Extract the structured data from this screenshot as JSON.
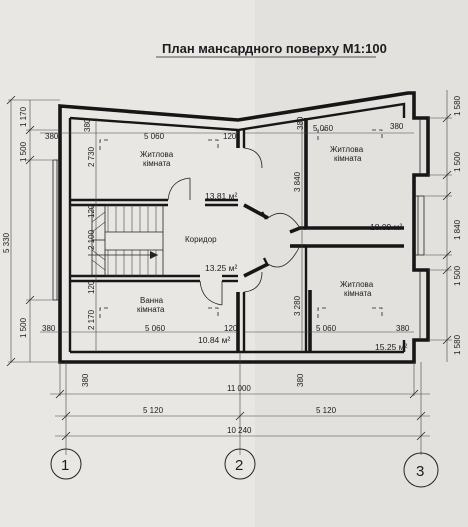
{
  "title": "План мансардного поверху  М1:100",
  "rooms": {
    "living_top_left": {
      "name_1": "Житлова",
      "name_2": "кімната",
      "area": "13.81 м²"
    },
    "living_top_right": {
      "name_1": "Житлова",
      "name_2": "кімната",
      "area": "18.09 м²"
    },
    "corridor": {
      "name": "Коридор",
      "area": "13.25 м²"
    },
    "bath": {
      "name_1": "Ванна",
      "name_2": "кімната",
      "area": "10.84 м²"
    },
    "living_bottom_right": {
      "name_1": "Житлова",
      "name_2": "кімната",
      "area": "15.25 м²"
    }
  },
  "dimensions": {
    "top_wall_left": "380",
    "top_wall_mid_left": "380",
    "top_room_left": "5 060",
    "top_partition": "120",
    "top_wall_mid_right": "380",
    "top_room_right": "5 060",
    "top_wall_right": "380",
    "bottom_wall_left": "380",
    "bottom_room_left": "5 060",
    "bottom_partition": "120",
    "bottom_room_right": "5 060",
    "bottom_wall_right": "380",
    "bottom_wall_mid_left": "380",
    "bottom_wall_mid_right": "380",
    "overall": "11 000",
    "axis_span_left": "5 120",
    "axis_span_right": "5 120",
    "axis_total": "10 240",
    "left_outer_top": "1 170",
    "left_outer_mid": "1 500",
    "left_outer_total": "5 330",
    "left_outer_bottom": "1 500",
    "left_inner_top": "2 730",
    "left_inner_a": "120",
    "left_inner_b": "2 100",
    "left_inner_c": "120",
    "left_inner_bottom": "2 170",
    "center_top": "3 840",
    "center_bottom": "3 280",
    "right_outer_1": "1 580",
    "right_outer_2": "1 500",
    "right_outer_3": "1 840",
    "right_outer_4": "1 500",
    "right_outer_5": "1 580"
  },
  "axes": {
    "a1": "1",
    "a2": "2",
    "a3": "3"
  }
}
